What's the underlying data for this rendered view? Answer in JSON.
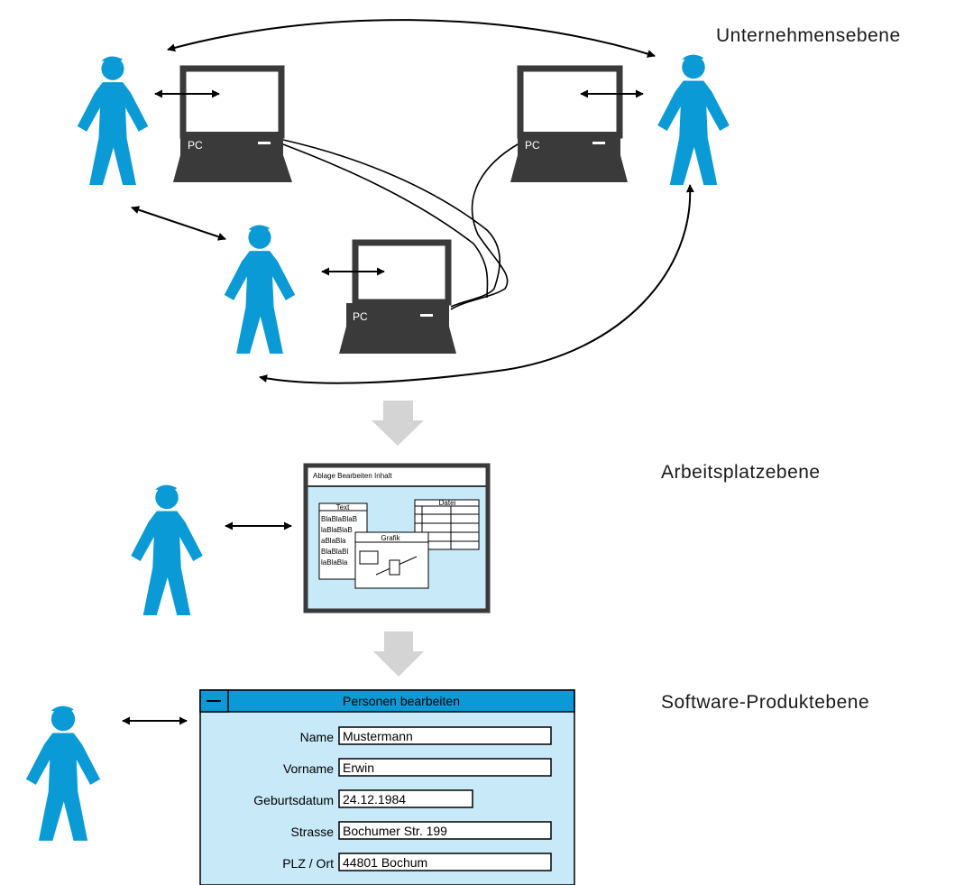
{
  "levels": {
    "enterprise": "Unternehmensebene",
    "workplace": "Arbeitsplatzebene",
    "software": "Software-Produktebene"
  },
  "pc_label": "PC",
  "workplace_window": {
    "menu": "Ablage Bearbeiten Inhalt",
    "text_title": "Text",
    "text_lines": [
      "BlaBlaBlaB",
      "laBlaBlaB",
      "aBlaBla",
      "BlaBlaBl",
      "laBlaBla"
    ],
    "grafik_title": "Grafik",
    "datei_title": "Datei"
  },
  "form": {
    "title": "Personen bearbeiten",
    "fields": [
      {
        "label": "Name",
        "value": "Mustermann"
      },
      {
        "label": "Vorname",
        "value": "Erwin"
      },
      {
        "label": "Geburtsdatum",
        "value": "24.12.1984"
      },
      {
        "label": "Strasse",
        "value": "Bochumer Str. 199"
      },
      {
        "label": "PLZ / Ort",
        "value": "44801 Bochum"
      }
    ]
  },
  "colors": {
    "person": "#0a9ad6",
    "pc": "#3a3a3a",
    "window_bg": "#c7e9f8",
    "form_title": "#0a9ad6",
    "flow_arrow": "#d4d4d4"
  }
}
